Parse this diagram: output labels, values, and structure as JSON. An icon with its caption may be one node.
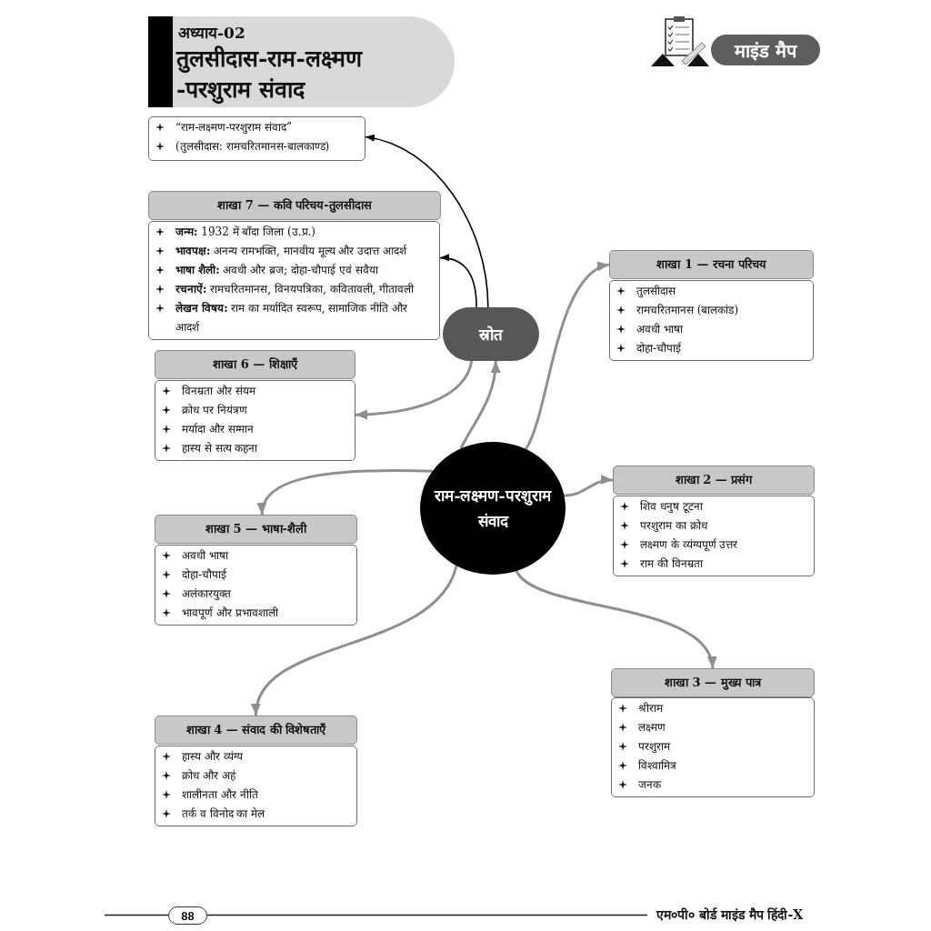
{
  "diagram": {
    "title": "तुलसीदास-राम-लक्ष्मण -परशुराम संवाद",
    "nodes": [
      {
        "text": [
          "“राम-लक्ष्मण-परशुराम संवाद”",
          "(तुलसीदास: रामचरितमानस-बालकाण्ड)"
        ]
      },
      {
        "text": [
          "शाखा 7 — कवि परिचय-तुलसीदास"
        ]
      },
      {
        "text": [
          "**जन्म:** 1932 में बाँदा जिला (उ.प्र.)",
          "**भावपक्ष:** अनन्य रामभक्ति, मानवीय मूल्य और उदात्त आदर्श",
          "**भाषा शैली:** अवधी और ब्रज; दोहा-चौपाई एवं सवैया",
          "**रचनाऐं:** रामचरितमानस, विनयपत्रिका, कवितावली, गीतावली",
          "**लेखन विषय:** राम का मर्यादित स्वरूप, सामाजिक नीति और आदर्श"
        ]
      },
      {
        "text": [
          "शाखा 1 — रचना परिचय"
        ]
      },
      {
        "text": [
          "तुलसीदास",
          "रामचरितमानस (बालकांड)",
          "अवधी भाषा",
          "दोहा-चौपाई"
        ]
      },
      {
        "text": [
          "स्रोत"
        ]
      },
      {
        "text": [
          "शाखा 6 — शिक्षाएँ"
        ]
      },
      {
        "text": [
          "विनम्रता और संयम",
          "क्रोध पर नियंत्रण",
          "मर्यादा और सम्मान",
          "हास्य से सत्य कहना"
        ]
      },
      {
        "text": [
          "राम-लक्ष्मण-परशुराम संवाद"
        ]
      },
      {
        "text": [
          "शाखा 2 — प्रसंग"
        ]
      },
      {
        "text": [
          "शिव धनुष टूटना",
          "परशुराम का क्रोध",
          "लक्ष्मण के व्यंग्यपूर्ण उत्तर",
          "राम की विनम्रता"
        ]
      },
      {
        "text": [
          "शाखा 5 — भाषा-शैली"
        ]
      },
      {
        "text": [
          "अवधी भाषा",
          "दोहा-चौपाई",
          "अलंकारयुक्त",
          "भावपूर्ण और प्रभावशाली"
        ]
      },
      {
        "text": [
          "शाखा 3 — मुख्य पात्र"
        ]
      },
      {
        "text": [
          "श्रीराम",
          "लक्ष्मण",
          "परशुराम",
          "विश्वामित्र",
          "जनक"
        ]
      },
      {
        "text": [
          "शाखा 4 — संवाद की विशेषताएँ"
        ]
      },
      {
        "text": [
          "हास्य और व्यंग्य",
          "क्रोध और अहं",
          "शालीनता और नीति",
          "तर्क व विनोद का मेल"
        ]
      }
    ],
    "edges": [
      {
        "from": 8,
        "to": 5,
        "arrow": "to"
      },
      {
        "from": 5,
        "to": 0,
        "arrow": "to",
        "color": "#000000"
      },
      {
        "from": 5,
        "to": 2,
        "arrow": "to",
        "color": "#000000"
      },
      {
        "from": 5,
        "to": 7,
        "arrow": "to"
      },
      {
        "from": 8,
        "to": 3,
        "arrow": "to"
      },
      {
        "from": 8,
        "to": 9,
        "arrow": "to"
      },
      {
        "from": 8,
        "to": 13,
        "arrow": "to"
      },
      {
        "from": 8,
        "to": 15,
        "arrow": "to"
      },
      {
        "from": 8,
        "to": 11,
        "arrow": "to"
      }
    ],
    "labels": [
      "अध्याय-02",
      "माइंड मैप",
      "88",
      "एम०पी० बोर्ड माइंड मैप हिंदी-X"
    ]
  }
}
